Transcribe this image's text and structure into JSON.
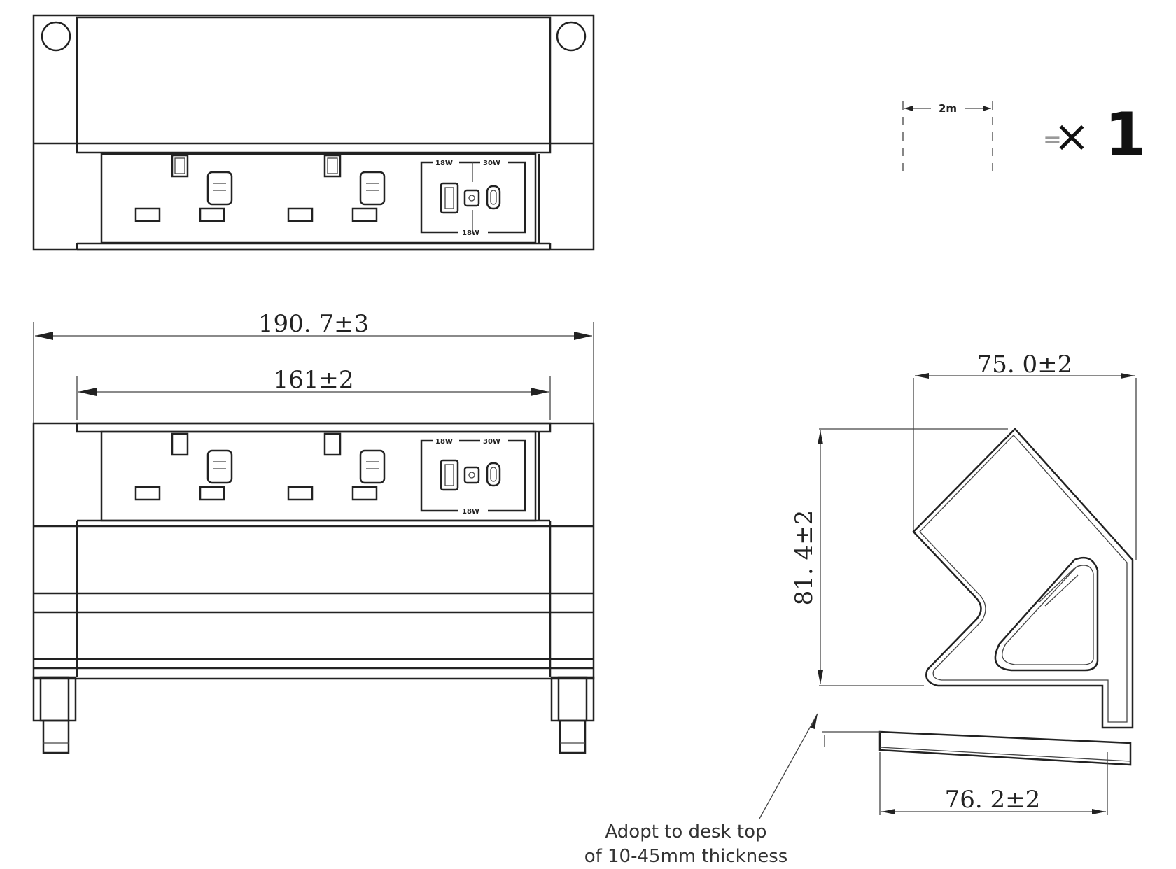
{
  "dimensions": {
    "overall_width": "190. 7±3",
    "inner_width": "161±2",
    "depth_top": "75. 0±2",
    "height": "81. 4±2",
    "depth_bottom": "76. 2±2"
  },
  "port_labels": {
    "usb_a_left": "18W",
    "usb_c_right": "30W",
    "bottom": "18W"
  },
  "cable": {
    "length_label": "2m",
    "equals": "=",
    "times": "×",
    "quantity": "1"
  },
  "note": {
    "line1": "Adopt to desk top",
    "line2": "of 10-45mm thickness"
  },
  "icons": [
    "usb-a-port-icon",
    "usb-c-port-icon",
    "led-indicator-icon",
    "socket-icon",
    "cable-icon"
  ]
}
